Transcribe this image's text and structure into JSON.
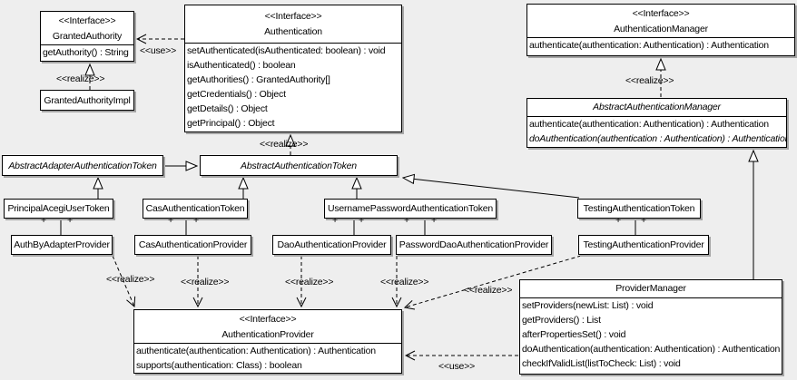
{
  "colors": {
    "background": "#eeeeee",
    "box_fill": "#ffffff",
    "line": "#000000",
    "shadow": "#a6a6a6"
  },
  "edge_labels": {
    "use": "<<use>>",
    "realize": "<<realize>>",
    "plus": "+"
  },
  "classes": {
    "granted_authority": {
      "stereotype": "<<Interface>>",
      "name": "GrantedAuthority",
      "methods": [
        "getAuthority() : String"
      ]
    },
    "granted_authority_impl": {
      "name": "GrantedAuthorityImpl"
    },
    "authentication": {
      "stereotype": "<<Interface>>",
      "name": "Authentication",
      "methods": [
        "setAuthenticated(isAuthenticated: boolean) : void",
        "isAuthenticated() : boolean",
        "getAuthorities() : GrantedAuthority[]",
        "getCredentials() : Object",
        "getDetails() : Object",
        "getPrincipal() : Object"
      ]
    },
    "authentication_manager": {
      "stereotype": "<<Interface>>",
      "name": "AuthenticationManager",
      "methods": [
        "authenticate(authentication: Authentication) : Authentication"
      ]
    },
    "abstract_authentication_manager": {
      "name": "AbstractAuthenticationManager",
      "abstract": true,
      "methods": [
        "authenticate(authentication: Authentication) : Authentication",
        "doAuthentication(authentication : Authentication) : Authentication"
      ]
    },
    "abstract_adapter_authentication_token": {
      "name": "AbstractAdapterAuthenticationToken",
      "abstract": true
    },
    "abstract_authentication_token": {
      "name": "AbstractAuthenticationToken",
      "abstract": true
    },
    "principal_acegi_user_token": {
      "name": "PrincipalAcegiUserToken"
    },
    "cas_authentication_token": {
      "name": "CasAuthenticationToken"
    },
    "username_password_authentication_token": {
      "name": "UsernamePasswordAuthenticationToken"
    },
    "testing_authentication_token": {
      "name": "TestingAuthenticationToken"
    },
    "auth_by_adapter_provider": {
      "name": "AuthByAdapterProvider"
    },
    "cas_authentication_provider": {
      "name": "CasAuthenticationProvider"
    },
    "dao_authentication_provider": {
      "name": "DaoAuthenticationProvider"
    },
    "password_dao_authentication_provider": {
      "name": "PasswordDaoAuthenticationProvider"
    },
    "testing_authentication_provider": {
      "name": "TestingAuthenticationProvider"
    },
    "authentication_provider": {
      "stereotype": "<<Interface>>",
      "name": "AuthenticationProvider",
      "methods": [
        "authenticate(authentication: Authentication) : Authentication",
        "supports(authentication: Class) : boolean"
      ]
    },
    "provider_manager": {
      "name": "ProviderManager",
      "methods": [
        "setProviders(newList: List) : void",
        "getProviders() : List",
        "afterPropertiesSet() : void",
        "doAuthentication(authentication: Authentication) : Authentication",
        "checkIfValidList(listToCheck: List) : void"
      ]
    }
  }
}
